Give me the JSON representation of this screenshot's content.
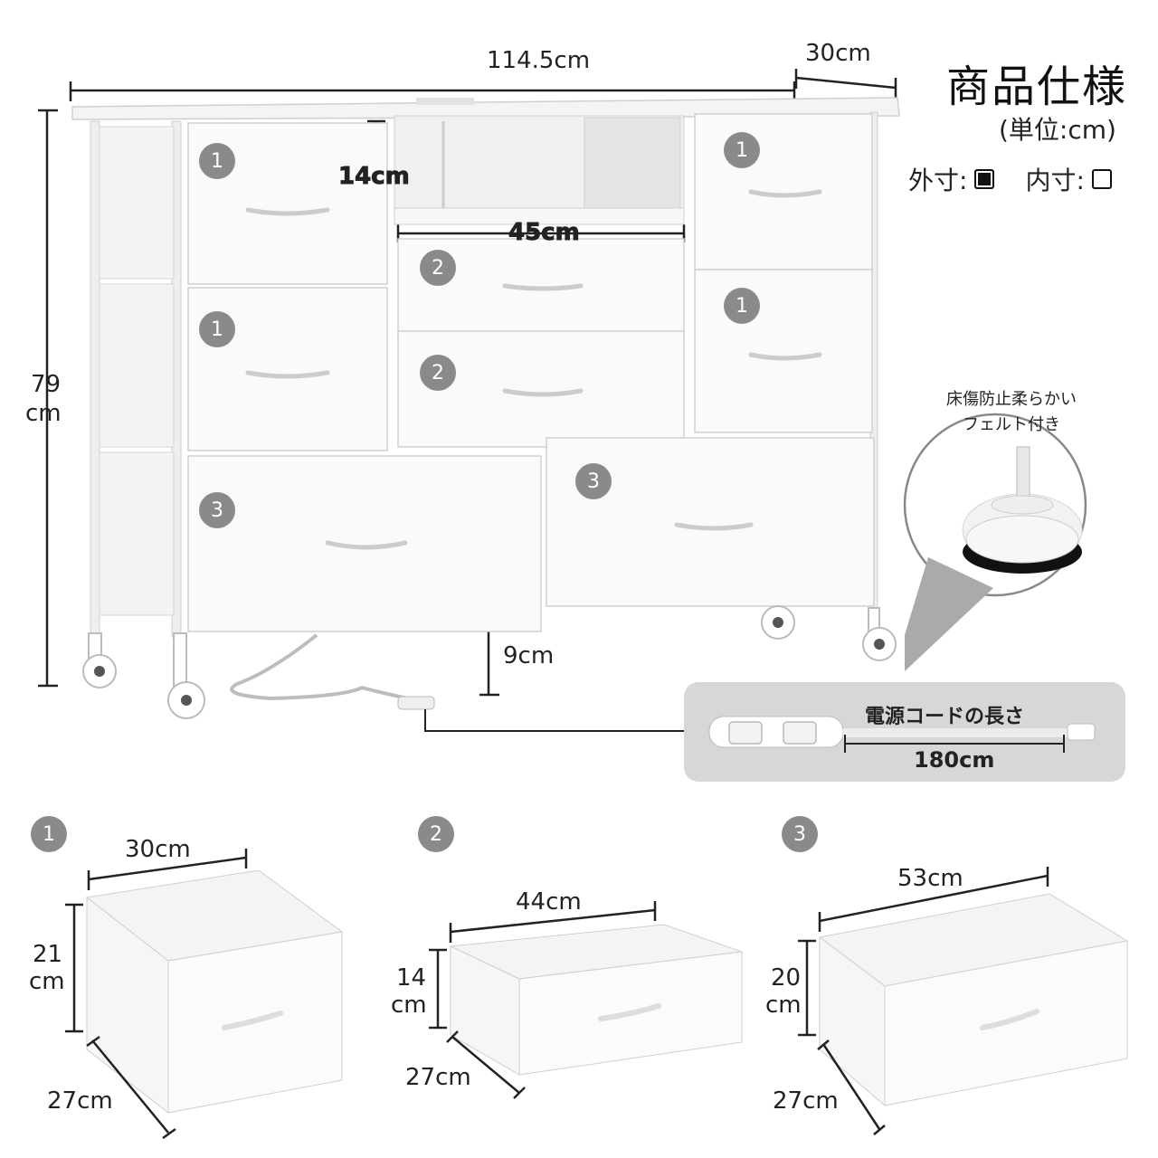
{
  "spec": {
    "title": "商品仕様",
    "unit": "(単位:cm)",
    "outer_label": "外寸:",
    "inner_label": "内寸:"
  },
  "dimensions": {
    "width": "114.5cm",
    "depth": "30cm",
    "height_value": "79",
    "height_unit": "cm",
    "cubby_height": "14cm",
    "shelf_width": "45cm",
    "clearance": "9cm"
  },
  "drawer_badges": [
    "1",
    "1",
    "1",
    "1",
    "2",
    "2",
    "3",
    "3"
  ],
  "felt": {
    "caption_line1": "床傷防止柔らかい",
    "caption_line2": "フェルト付き"
  },
  "cord": {
    "label": "電源コードの長さ",
    "length": "180cm"
  },
  "drawers": [
    {
      "badge": "1",
      "width": "30cm",
      "height_value": "21",
      "height_unit": "cm",
      "depth": "27cm"
    },
    {
      "badge": "2",
      "width": "44cm",
      "height_value": "14",
      "height_unit": "cm",
      "depth": "27cm"
    },
    {
      "badge": "3",
      "width": "53cm",
      "height_value": "20",
      "height_unit": "cm",
      "depth": "27cm"
    }
  ]
}
